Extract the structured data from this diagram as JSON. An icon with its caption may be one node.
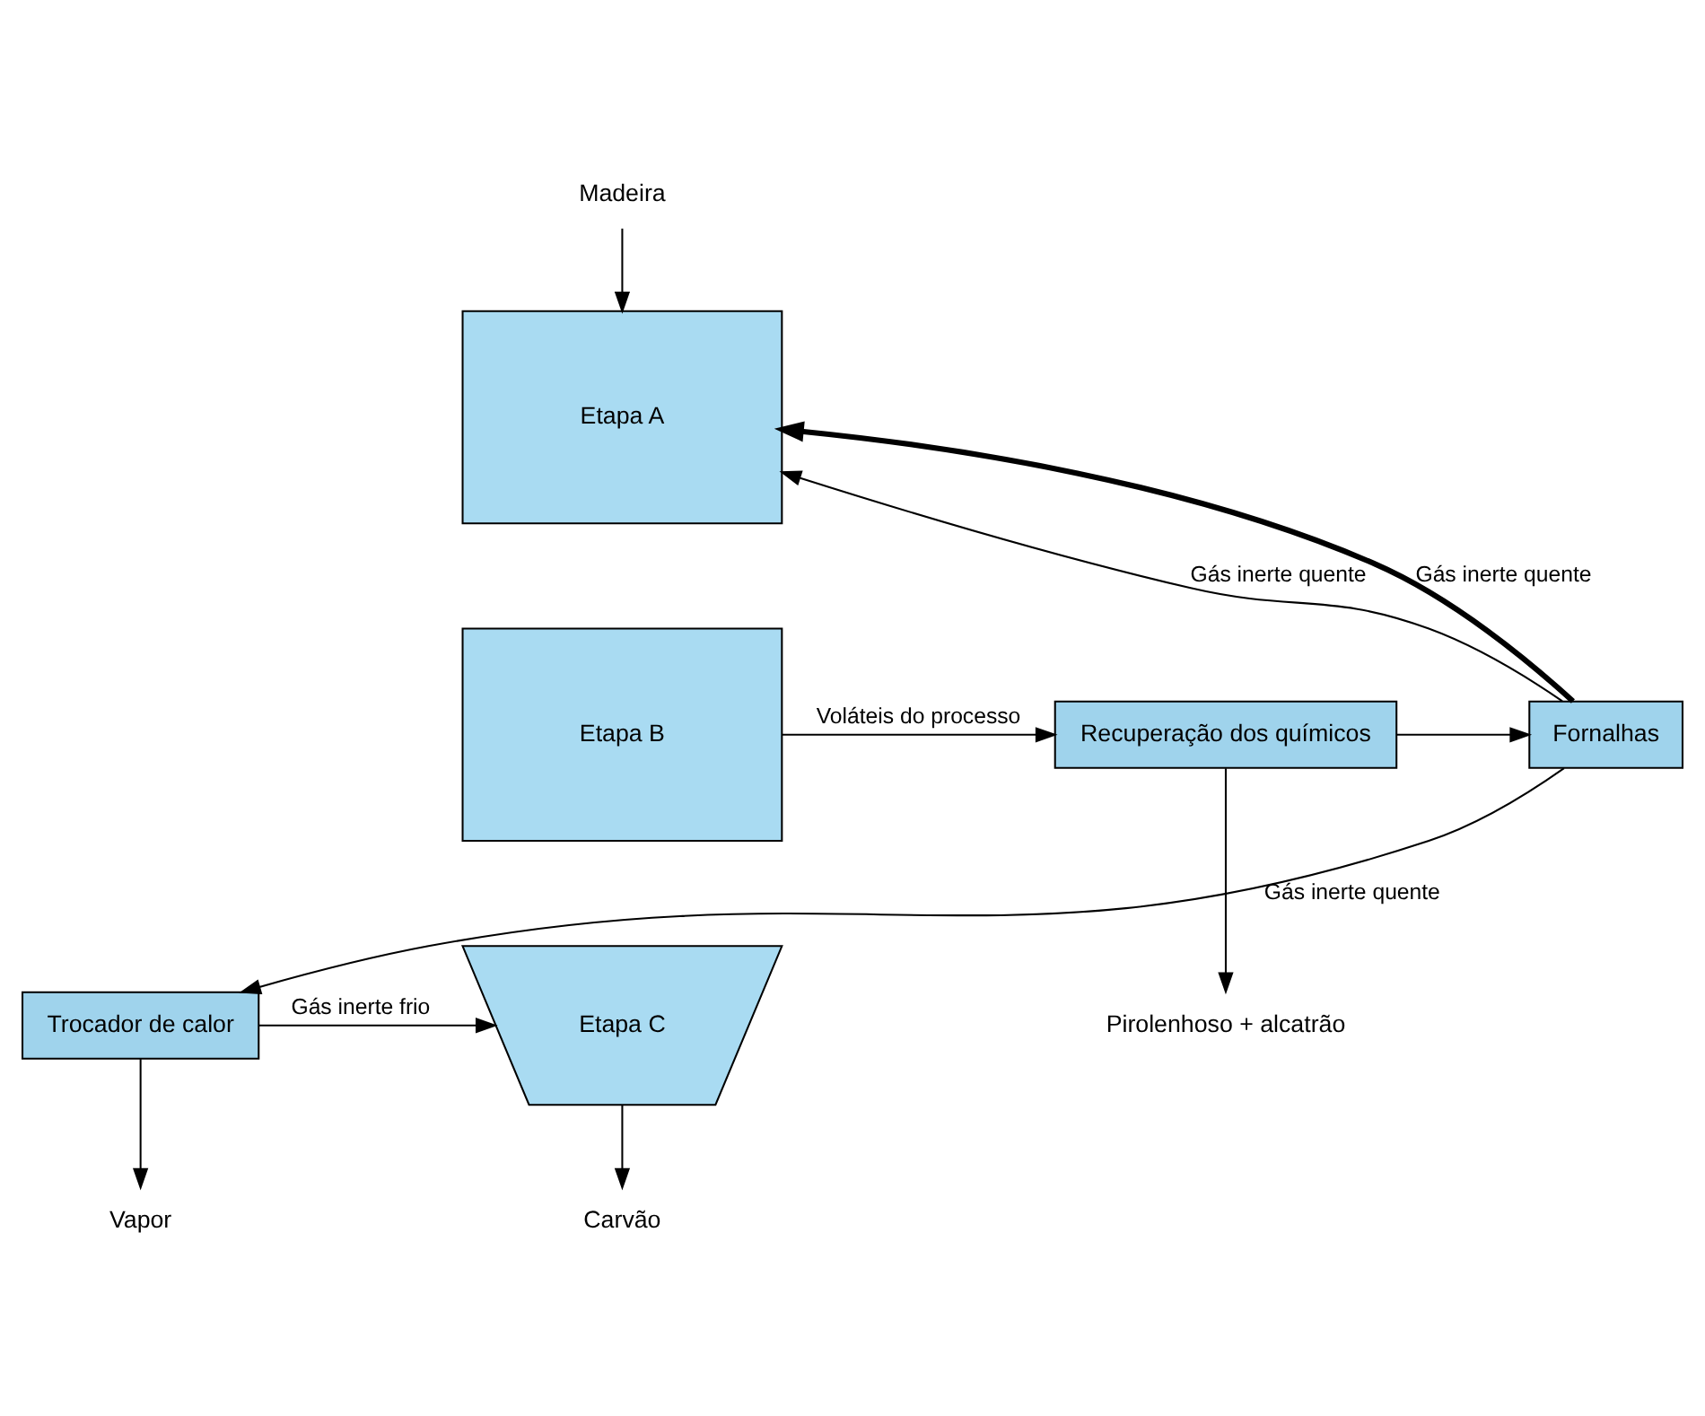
{
  "diagram": {
    "nodes": [
      {
        "text": [
          "Madeira"
        ]
      },
      {
        "text": [
          "Etapa A"
        ]
      },
      {
        "text": [
          "Etapa B"
        ]
      },
      {
        "text": [
          "Etapa C"
        ]
      },
      {
        "text": [
          "Carvão"
        ]
      },
      {
        "text": [
          "Recuperação dos químicos"
        ]
      },
      {
        "text": [
          "Fornalhas"
        ]
      },
      {
        "text": [
          "Pirolenhoso + alcatrão"
        ]
      },
      {
        "text": [
          "Trocador de calor"
        ]
      },
      {
        "text": [
          "Vapor"
        ]
      }
    ],
    "edges": [
      {
        "from": 0,
        "to": 1,
        "arrow": "to"
      },
      {
        "from": 6,
        "to": 1,
        "arrow": "to",
        "label": "Gás inerte quente"
      },
      {
        "from": 6,
        "to": 1,
        "arrow": "to",
        "label": "Gás inerte quente",
        "style": "thick"
      },
      {
        "from": 2,
        "to": 5,
        "arrow": "to",
        "label": "Voláteis do processo"
      },
      {
        "from": 5,
        "to": 6,
        "arrow": "to"
      },
      {
        "from": 5,
        "to": 7,
        "arrow": "to"
      },
      {
        "from": 6,
        "to": 8,
        "arrow": "to",
        "label": "Gás inerte quente"
      },
      {
        "from": 8,
        "to": 3,
        "arrow": "to",
        "label": "Gás inerte frio"
      },
      {
        "from": 3,
        "to": 4,
        "arrow": "to"
      },
      {
        "from": 8,
        "to": 9,
        "arrow": "to"
      }
    ]
  }
}
